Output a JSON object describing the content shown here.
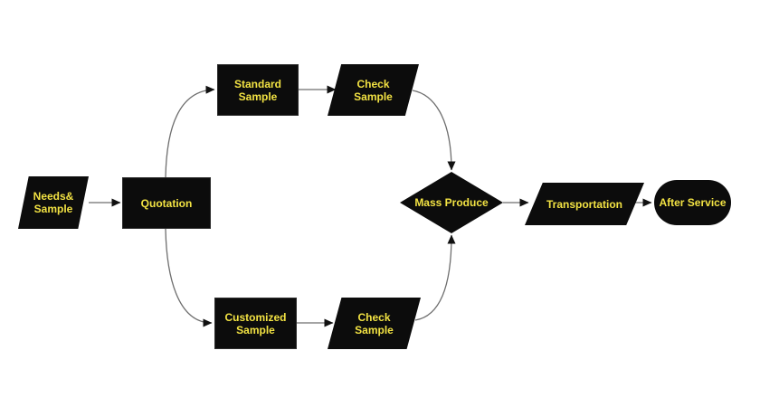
{
  "diagram": {
    "type": "flowchart",
    "colors": {
      "background": "#ffffff",
      "shape_fill": "#0c0c0c",
      "label": "#f2e243",
      "connector": "#6e6e6e",
      "arrowhead": "#111111"
    },
    "nodes": [
      {
        "id": "needs-sample",
        "shape": "parallelogram",
        "label": "Needs&\nSample"
      },
      {
        "id": "quotation",
        "shape": "rectangle",
        "label": "Quotation"
      },
      {
        "id": "standard-sample",
        "shape": "rectangle",
        "label": "Standard\nSample"
      },
      {
        "id": "check-sample-top",
        "shape": "parallelogram",
        "label": "Check\nSample"
      },
      {
        "id": "customized-sample",
        "shape": "rectangle",
        "label": "Customized\nSample"
      },
      {
        "id": "check-sample-bottom",
        "shape": "parallelogram",
        "label": "Check\nSample"
      },
      {
        "id": "mass-produce",
        "shape": "diamond",
        "label": "Mass Produce"
      },
      {
        "id": "transportation",
        "shape": "parallelogram",
        "label": "Transportation"
      },
      {
        "id": "after-service",
        "shape": "terminator",
        "label": "After Service"
      }
    ],
    "edges": [
      {
        "from": "needs-sample",
        "to": "quotation"
      },
      {
        "from": "quotation",
        "to": "standard-sample"
      },
      {
        "from": "quotation",
        "to": "customized-sample"
      },
      {
        "from": "standard-sample",
        "to": "check-sample-top"
      },
      {
        "from": "check-sample-top",
        "to": "mass-produce"
      },
      {
        "from": "customized-sample",
        "to": "check-sample-bottom"
      },
      {
        "from": "check-sample-bottom",
        "to": "mass-produce"
      },
      {
        "from": "mass-produce",
        "to": "transportation"
      },
      {
        "from": "transportation",
        "to": "after-service"
      }
    ]
  }
}
